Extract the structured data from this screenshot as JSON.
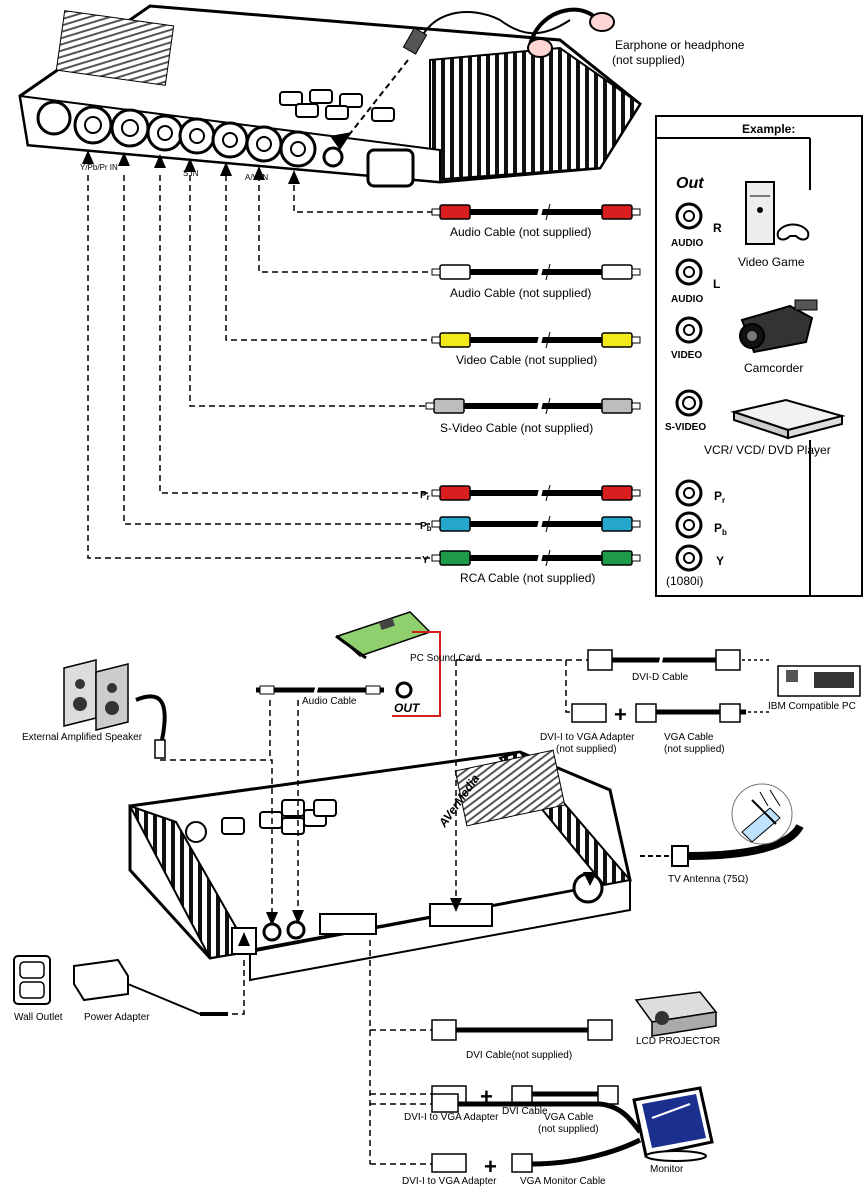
{
  "top": {
    "headphone_label_1": "Earphone or headphone",
    "headphone_label_2": "(not supplied)",
    "example_title": "Example:",
    "out_title": "Out",
    "port_labels": {
      "audio": "AUDIO",
      "video": "VIDEO",
      "svideo": "S-VIDEO"
    },
    "channel_labels": {
      "r": "R",
      "l": "L",
      "pr": "P",
      "pb": "P",
      "pr_sub": "r",
      "pb_sub": "b",
      "y": "Y",
      "res": "(1080i)"
    },
    "devices": {
      "game": "Video Game",
      "camcorder": "Camcorder",
      "player": "VCR/ VCD/ DVD Player"
    },
    "cables": {
      "audio_r": "Audio Cable (not supplied)",
      "audio_l": "Audio Cable (not supplied)",
      "video": "Video Cable (not supplied)",
      "svideo": "S-Video Cable (not supplied)",
      "rca": "RCA Cable (not supplied)"
    },
    "cable_end_labels": {
      "pr": "P",
      "pb": "P",
      "pr_sub": "r",
      "pb_sub": "b",
      "y": "Y"
    },
    "device_panel_labels": {
      "ypbpr": "Y/Pb/Pr IN",
      "svin": "S IN",
      "avin": "A/V IN"
    },
    "colors": {
      "red": "#d81e1e",
      "white": "#ffffff",
      "yellow": "#f2ea1a",
      "gray": "#bdbdbd",
      "blue": "#25a7cc",
      "green": "#1d9a4a"
    }
  },
  "bottom": {
    "sound_card": "PC Sound Card",
    "out_label": "OUT",
    "audio_cable": "Audio Cable",
    "speaker": "External Amplified Speaker",
    "dvid_cable": "DVI-D Cable",
    "pc": "IBM Compatible PC",
    "dvi_vga_adapter_1": "DVI-I to VGA Adapter",
    "dvi_vga_adapter_1b": "(not supplied)",
    "vga_cable_1": "VGA Cable",
    "vga_cable_1b": "(not supplied)",
    "tv_antenna": "TV Antenna (75Ω)",
    "wall_outlet": "Wall Outlet",
    "power_adapter": "Power Adapter",
    "dvi_cable_ns": "DVI Cable(not supplied)",
    "dvi_vga_adapter_2": "DVI-I to VGA Adapter",
    "vga_cable_2": "VGA Cable",
    "vga_cable_2b": "(not supplied)",
    "lcd": "LCD PROJECTOR",
    "dvi_cable": "DVI Cable",
    "monitor": "Monitor",
    "dvi_vga_adapter_3": "DVI-I to VGA Adapter",
    "vga_monitor_cable": "VGA Monitor Cable",
    "plus": "+",
    "brand": "AVerMedia"
  }
}
